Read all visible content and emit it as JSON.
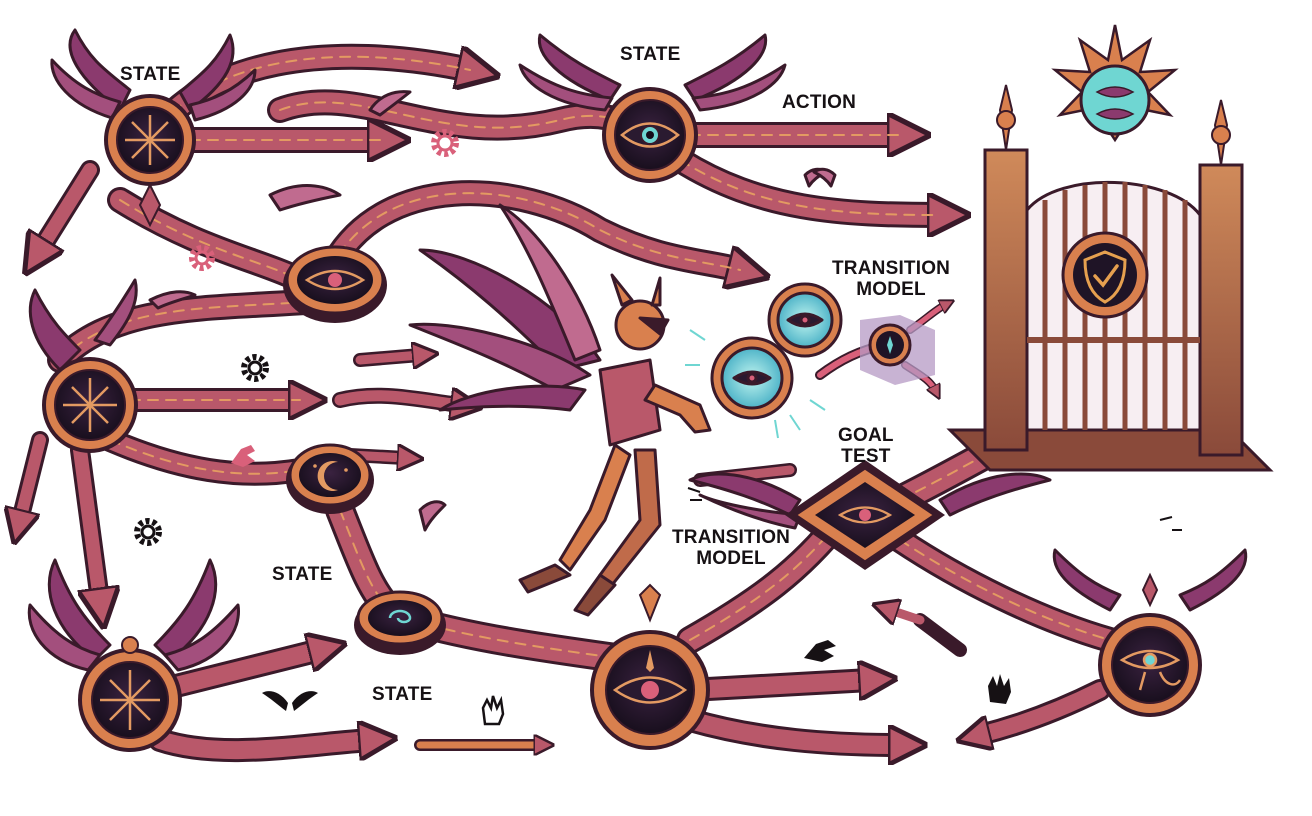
{
  "labels": {
    "state_top_left": "STATE",
    "state_top_center": "STATE",
    "action": "ACTION",
    "transition_model_right": [
      "TRANSITION",
      "MODEL"
    ],
    "goal_test": [
      "GOAL",
      "TEST"
    ],
    "transition_model_center": [
      "TRANSITION",
      "MODEL"
    ],
    "state_mid_left": "STATE",
    "state_bottom": "STATE"
  },
  "colors": {
    "ribbon_fill": "#b9586a",
    "ribbon_edge": "#3a1a2a",
    "ribbon_trim": "#e39a62",
    "medallion_rim": "#d9804e",
    "medallion_core": "#1f1426",
    "wing": "#8b3a6e",
    "wing_light": "#c06b8f",
    "gate": "#b86a4a",
    "gold": "#e6a04f",
    "teal": "#6fd6d2",
    "ink": "#161114"
  },
  "icons": {
    "nodes": [
      "compass-star-icon",
      "eye-icon",
      "crescent-moon-icon",
      "eye-of-horus-icon"
    ],
    "gate_emblem": "shield-check-icon",
    "loose": [
      "gear-icon",
      "wing-icon",
      "hand-icon"
    ]
  }
}
